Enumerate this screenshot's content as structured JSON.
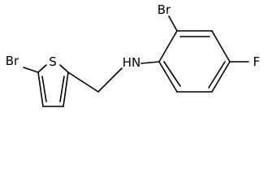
{
  "molecule": {
    "atoms": {
      "br_thiophene": "Br",
      "sulfur": "S",
      "amine": "HN",
      "br_aryl": "Br",
      "fluorine": "F"
    }
  }
}
